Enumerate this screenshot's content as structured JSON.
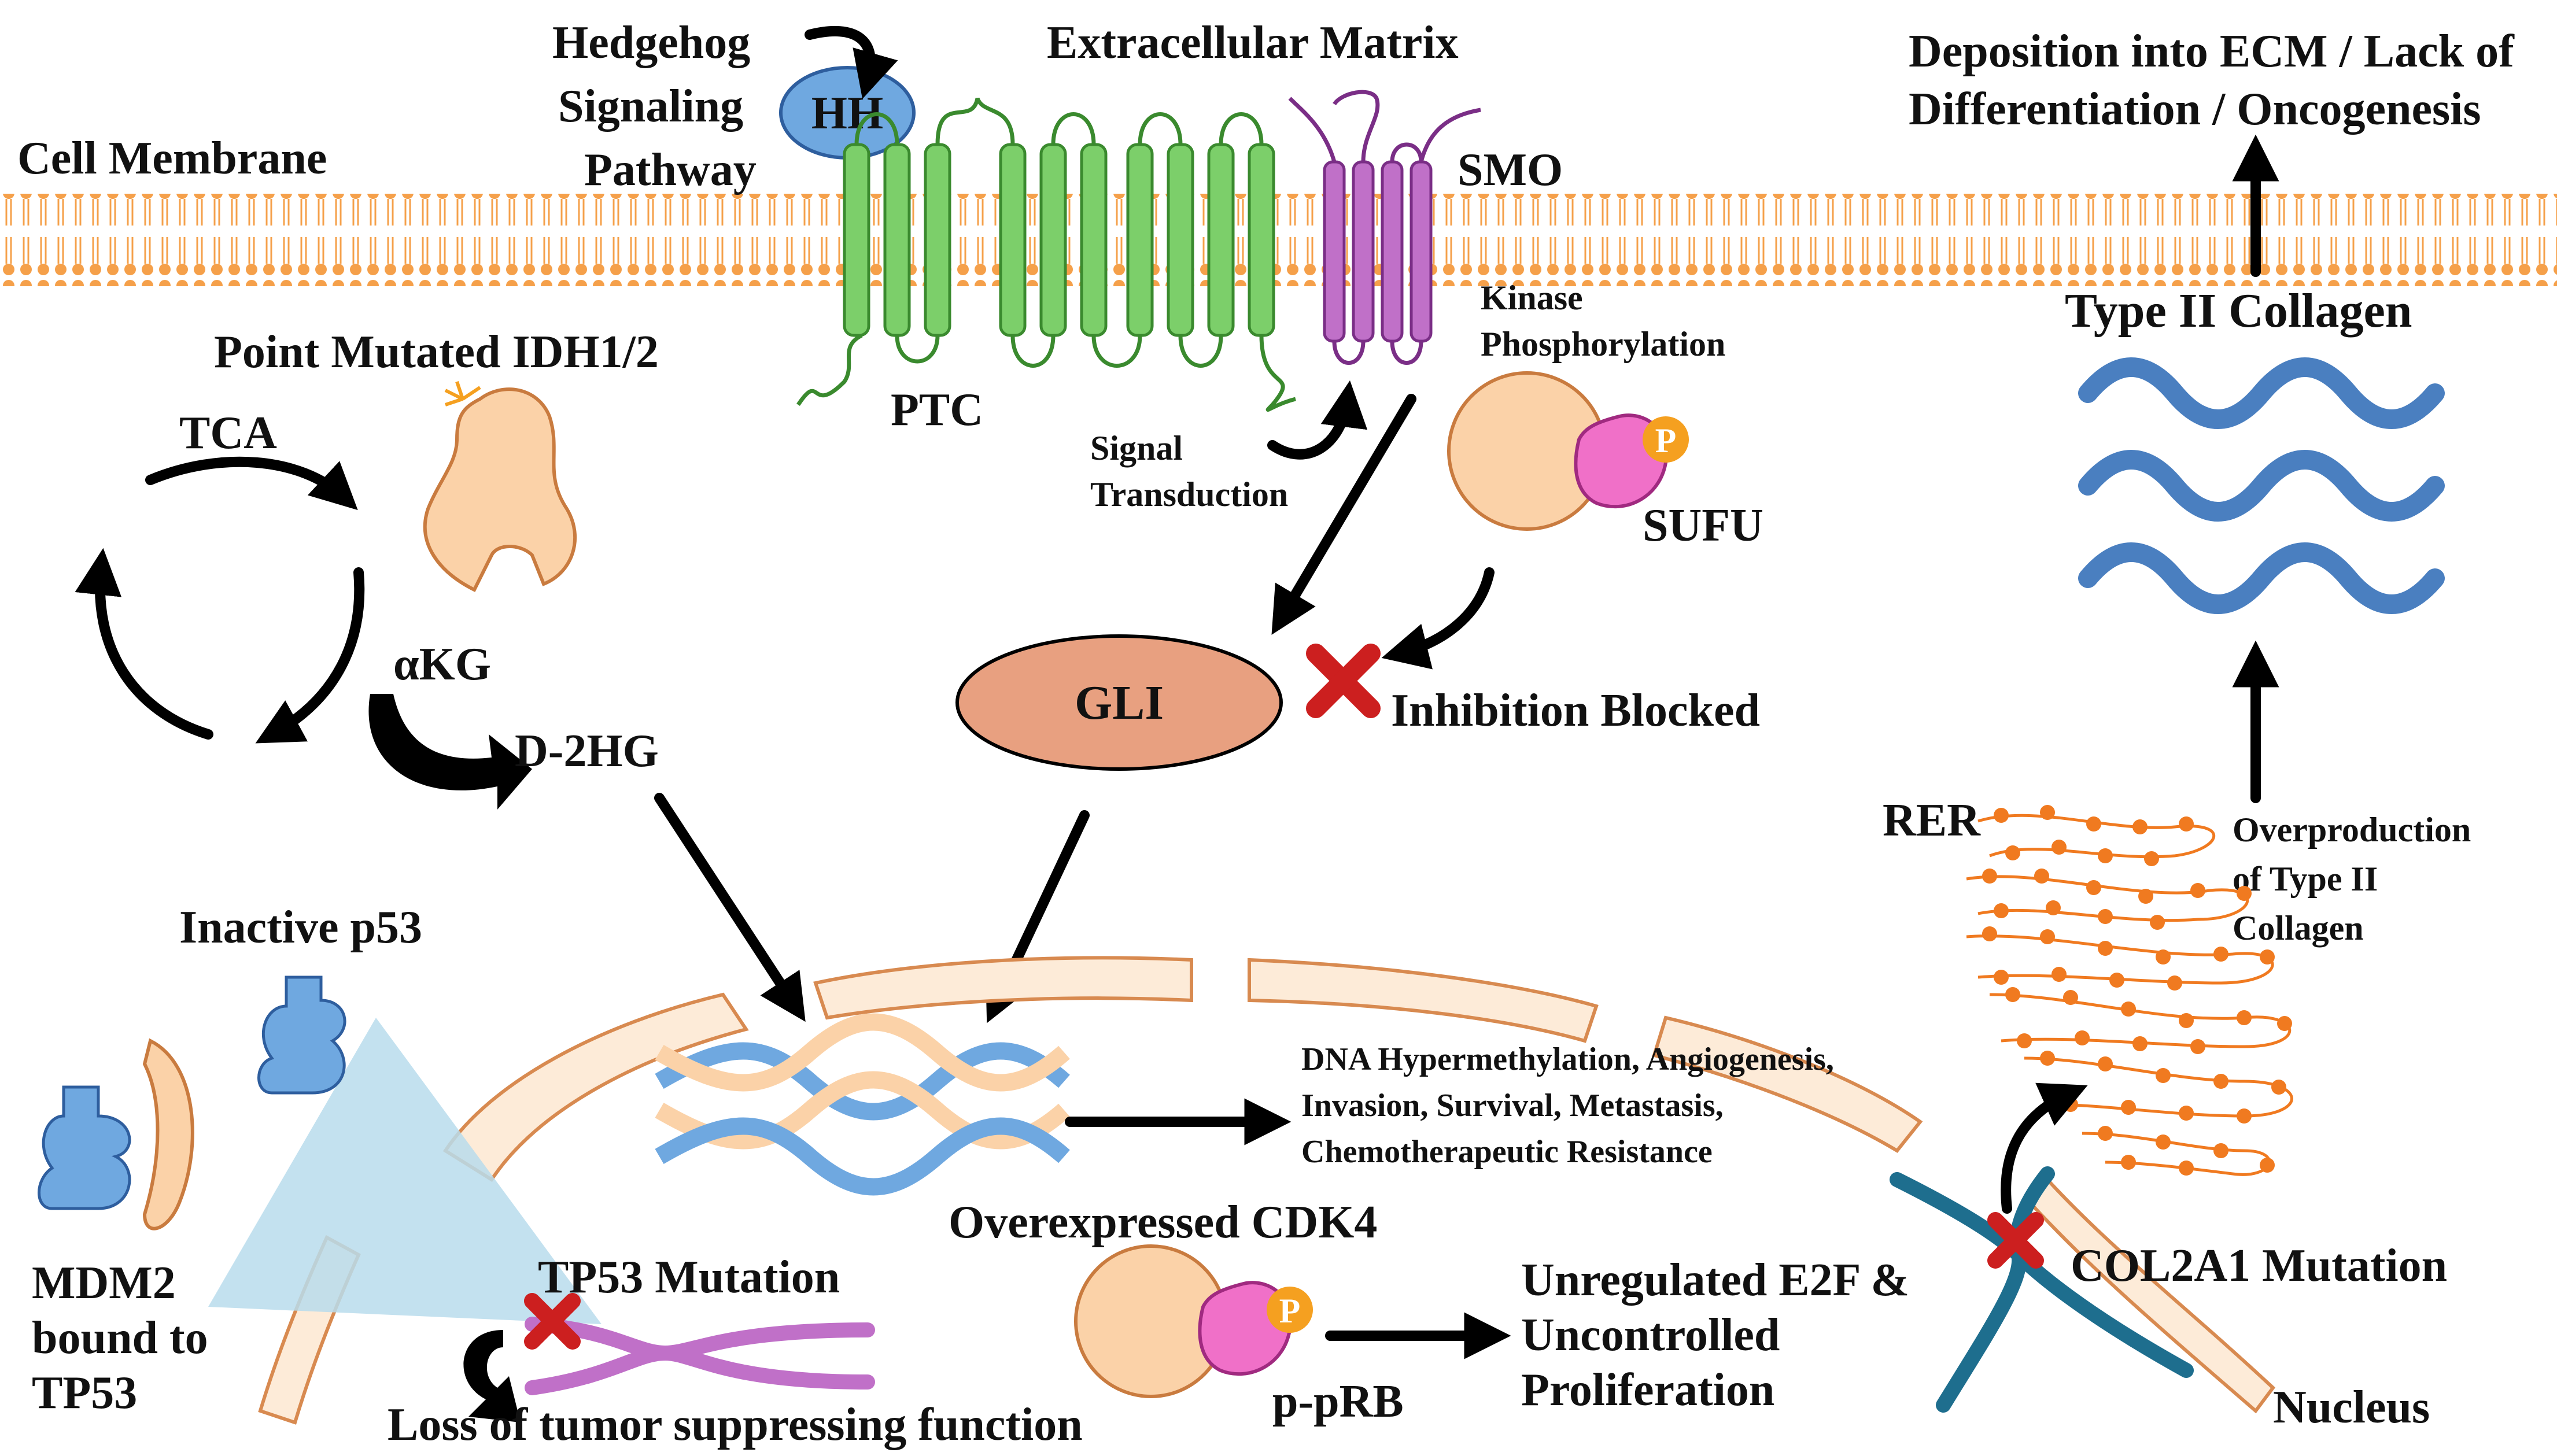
{
  "labels": {
    "cell_membrane": "Cell Membrane",
    "hedgehog_line1": "Hedgehog",
    "hedgehog_line2": "Signaling",
    "hedgehog_line3": "Pathway",
    "hh": "HH",
    "extracellular_matrix": "Extracellular Matrix",
    "smo": "SMO",
    "ptc": "PTC",
    "kinase_line1": "Kinase",
    "kinase_line2": "Phosphorylation",
    "signal_line1": "Signal",
    "signal_line2": "Transduction",
    "sufu": "SUFU",
    "p_marker": "P",
    "gli": "GLI",
    "inhibition_blocked": "Inhibition Blocked",
    "point_mutated_idh": "Point Mutated IDH1/2",
    "tca": "TCA",
    "akg": "αKG",
    "d2hg": "D-2HG",
    "deposition_line1": "Deposition into ECM / Lack of",
    "deposition_line2": "Differentiation / Oncogenesis",
    "type2_collagen": "Type II Collagen",
    "overproduction_line1": "Overproduction",
    "overproduction_line2": "of Type II",
    "overproduction_line3": "Collagen",
    "rer": "RER",
    "inactive_p53": "Inactive p53",
    "mdm2_line1": "MDM2",
    "mdm2_line2": "bound to",
    "mdm2_line3": "TP53",
    "tp53_mutation": "TP53 Mutation",
    "loss_tumor": "Loss of tumor suppressing function",
    "dna_line1": "DNA Hypermethylation, Angiogenesis,",
    "dna_line2": "Invasion, Survival, Metastasis,",
    "dna_line3": "Chemotherapeutic Resistance",
    "overexpressed_cdk4": "Overexpressed CDK4",
    "pprb": "p-pRB",
    "e2f_line1": "Unregulated E2F &",
    "e2f_line2": "Uncontrolled",
    "e2f_line3": "Proliferation",
    "col2a1_mutation": "COL2A1 Mutation",
    "nucleus": "Nucleus"
  },
  "colors": {
    "membrane": "#f5a04a",
    "ptc": "#7ccf6a",
    "smo": "#b05ab8",
    "hh": "#6fa8e0",
    "protein_peach": "#fbd2a8",
    "phospho_pink": "#f070c8",
    "phospho_orange": "#f5a020",
    "gli": "#e8a080",
    "collagen": "#4a7fc0",
    "rer": "#f07a20",
    "p53_blue": "#6fa8e0",
    "chromosome_teal": "#1e6e8e",
    "mutation_red": "#cc1f1f",
    "dna_blue": "#6fa8e0",
    "dna_peach": "#fbd2a8",
    "tp53_purple": "#c070c8",
    "triangle_blue": "#b8dcec"
  }
}
